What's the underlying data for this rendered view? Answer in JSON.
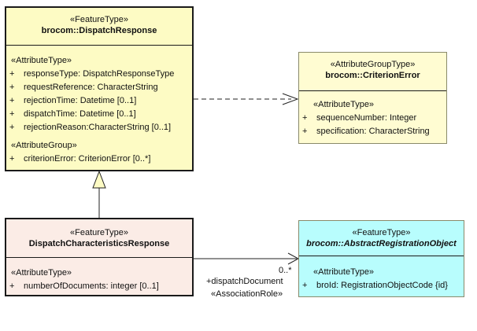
{
  "classes": {
    "dispatch_response": {
      "stereotype": "«FeatureType»",
      "name": "brocom::DispatchResponse",
      "attr_stereotype": "«AttributeType»",
      "attributes": [
        {
          "vis": "+",
          "text": "responseType: DispatchResponseType"
        },
        {
          "vis": "+",
          "text": "requestReference: CharacterString"
        },
        {
          "vis": "+",
          "text": "rejectionTime: Datetime [0..1]"
        },
        {
          "vis": "+",
          "text": "dispatchTime: Datetime [0..1]"
        },
        {
          "vis": "+",
          "text": "rejectionReason:CharacterString [0..1]"
        }
      ],
      "group_stereotype": "«AttributeGroup»",
      "groups": [
        {
          "vis": "+",
          "text": "criterionError: CriterionError [0..*]"
        }
      ]
    },
    "criterion_error": {
      "stereotype": "«AttributeGroupType»",
      "name": "brocom::CriterionError",
      "attr_stereotype": "«AttributeType»",
      "attributes": [
        {
          "vis": "+",
          "text": "sequenceNumber: Integer"
        },
        {
          "vis": "+",
          "text": "specification: CharacterString"
        }
      ]
    },
    "dispatch_characteristics_response": {
      "stereotype": "«FeatureType»",
      "name": "DispatchCharacteristicsResponse",
      "attr_stereotype": "«AttributeType»",
      "attributes": [
        {
          "vis": "+",
          "text": "numberOfDocuments: integer [0..1]"
        }
      ]
    },
    "abstract_registration_object": {
      "stereotype": "«FeatureType»",
      "name": "brocom::AbstractRegistrationObject",
      "attr_stereotype": "«AttributeType»",
      "attributes": [
        {
          "vis": "+",
          "text": "broId: RegistrationObjectCode {id}"
        }
      ]
    }
  },
  "association": {
    "multiplicity": "0..*",
    "role": "+dispatchDocument",
    "stereotype": "«AssociationRole»"
  },
  "colors": {
    "dispatch_response_fill": "#fdfbc4",
    "criterion_error_fill": "#fffcd2",
    "dispatch_characteristics_fill": "#fbece6",
    "abstract_registration_fill": "#b8fdfd"
  }
}
